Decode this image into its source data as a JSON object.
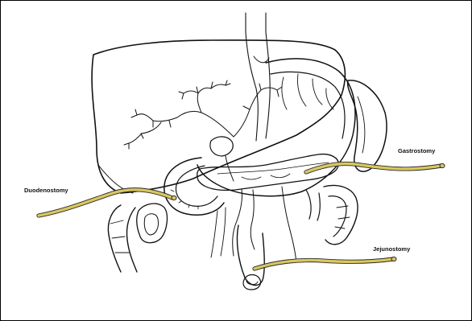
{
  "labels": {
    "duodenostomy": "Duodenostomy",
    "gastrostomy": "Gastrostomy",
    "jejunostomy": "Jejunostomy"
  },
  "colors": {
    "tube_fill": "#D9C760",
    "tube_outline": "#2a2a2a",
    "ink": "#111111",
    "frame": "#000000",
    "background": "#ffffff"
  }
}
